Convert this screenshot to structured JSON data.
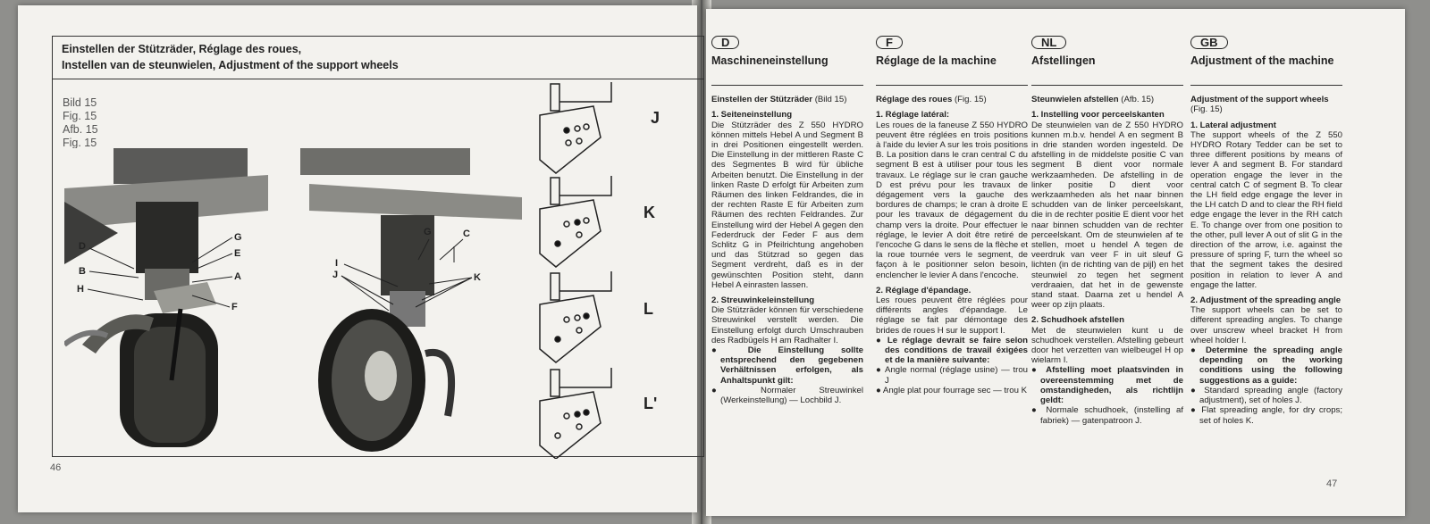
{
  "left": {
    "title_lines": [
      "Einstellen der Stützräder, Réglage des roues,",
      "Instellen van de steunwielen, Adjustment of the support wheels"
    ],
    "fig_labels": [
      "Bild  15",
      "Fig.  15",
      "Afb.  15",
      "Fig.  15"
    ],
    "callouts_photo1": [
      "D",
      "G",
      "E",
      "B",
      "A",
      "H",
      "F"
    ],
    "callouts_photo2": [
      "G",
      "C",
      "I",
      "J",
      "K"
    ],
    "diagram_letters": [
      "J",
      "K",
      "L",
      "L'"
    ],
    "page_number": "46"
  },
  "right": {
    "page_number": "47",
    "columns": [
      {
        "badge": "D",
        "heading": "Maschineneinstellung",
        "sub_bold": "Einstellen der Stützräder",
        "sub_fig": " (Bild 15)",
        "s1": "1. Seiteneinstellung",
        "p1": "Die Stützräder des Z 550 HYDRO können mittels Hebel A und Segment B in drei Positionen eingestellt werden. Die Einstellung in der mittleren Raste C des Segmentes B wird für übliche Arbeiten benutzt. Die Einstellung in der linken Raste D erfolgt für Arbeiten zum Räumen des linken Feldrandes, die in der rechten Raste E für Arbeiten zum Räumen des rechten Feldrandes. Zur Einstellung wird der Hebel A gegen den Federdruck der Feder F aus dem Schlitz G in Pfeilrichtung angehoben und das Stützrad so gegen das Segment verdreht, daß es in der gewünschten Position steht, dann Hebel A einrasten lassen.",
        "s2": "2. Streuwinkeleinstellung",
        "p2": "Die Stützräder können für verschiedene Streuwinkel verstellt werden. Die Einstellung erfolgt durch Umschrauben des Radbügels H am Radhalter I.",
        "b1": "● Die Einstellung sollte entsprechend den gegebenen Verhältnissen erfolgen, als Anhaltspunkt gilt:",
        "b2": "● Normaler Streuwinkel (Werkeinstellung) — Lochbild J."
      },
      {
        "badge": "F",
        "heading": "Réglage de la machine",
        "sub_bold": "Réglage des roues",
        "sub_fig": " (Fig. 15)",
        "s1": "1. Réglage latéral:",
        "p1": "Les roues de la faneuse Z 550 HYDRO peuvent être réglées en trois positions à l'aide du levier A sur les trois positions B. La position dans le cran central C du segment B est à utiliser pour tous les travaux. Le réglage sur le cran gauche D est prévu pour les travaux de dégagement vers la gauche des bordures de champs; le cran à droite E pour les travaux de dégagement du champ vers la droite. Pour effectuer le réglage, le levier A doit être retiré de l'encoche G dans le sens de la flèche et la roue tournée vers le segment, de façon à le positionner selon besoin, enclencher le levier A dans l'encoche.",
        "s2": "2. Réglage d'épandage.",
        "p2": "Les roues peuvent être réglées pour différents angles d'épandage. Le réglage se fait par démontage des brides de roues H sur le support I.",
        "b1": "● Le réglage devrait se faire selon des conditions de travail éxigées et de la manière suivante:",
        "b2": "● Angle normal (réglage usine) — trou J",
        "b3": "● Angle plat pour fourrage sec — trou K"
      },
      {
        "badge": "NL",
        "heading": "Afstellingen",
        "sub_bold": "Steunwielen afstellen",
        "sub_fig": " (Afb. 15)",
        "s1": "1. Instelling voor perceelskanten",
        "p1": "De steunwielen van de Z 550 HYDRO kunnen m.b.v. hendel A en segment B in drie standen worden ingesteld. De afstelling in de middelste positie C van segment B dient voor normale werkzaamheden. De afstelling in de linker positie D dient voor werkzaamheden als het naar binnen schudden van de linker perceelskant, die in de rechter positie E dient voor het naar binnen schudden van de rechter perceelskant. Om de steunwielen af te stellen, moet u hendel A tegen de veerdruk van veer F in uit sleuf G lichten (in de richting van de pijl) en het steunwiel zo tegen het segment verdraaien, dat het in de gewenste stand staat. Daarna zet u hendel A weer op zijn plaats.",
        "s2": "2. Schudhoek afstellen",
        "p2": "Met de steunwielen kunt u de schudhoek verstellen. Afstelling gebeurt door het verzetten van wielbeugel H op wielarm I.",
        "b1": "● Afstelling moet plaatsvinden in overeenstemming met de omstandigheden, als richtlijn geldt:",
        "b2": "● Normale schudhoek, (instelling af fabriek) — gatenpatroon J."
      },
      {
        "badge": "GB",
        "heading": "Adjustment of the machine",
        "sub_bold": "Adjustment of the support wheels",
        "sub_fig": " (Fig. 15)",
        "s1": "1. Lateral adjustment",
        "p1": "The support wheels of the Z 550 HYDRO Rotary Tedder can be set to three different positions by means of lever A and segment B. For standard operation engage the lever in the central catch C of segment B. To clear the LH field edge engage the lever in the LH catch D and to clear the RH field edge engage the lever in the RH catch E. To change over from one position to the other, pull lever A out of slit G in the direction of the arrow, i.e. against the pressure of spring F, turn the wheel so that the segment takes the desired position in relation to lever A and engage the latter.",
        "s2": "2. Adjustment of the spreading angle",
        "p2": "The support wheels can be set to different spreading angles. To change over unscrew wheel bracket H from wheel holder I.",
        "b1": "● Determine the spreading angle depending on the working conditions using the following suggestions as a guide:",
        "b2": "● Standard spreading angle (factory adjustment), set of holes J.",
        "b3": "● Flat spreading angle, for dry crops; set of holes K."
      }
    ]
  }
}
